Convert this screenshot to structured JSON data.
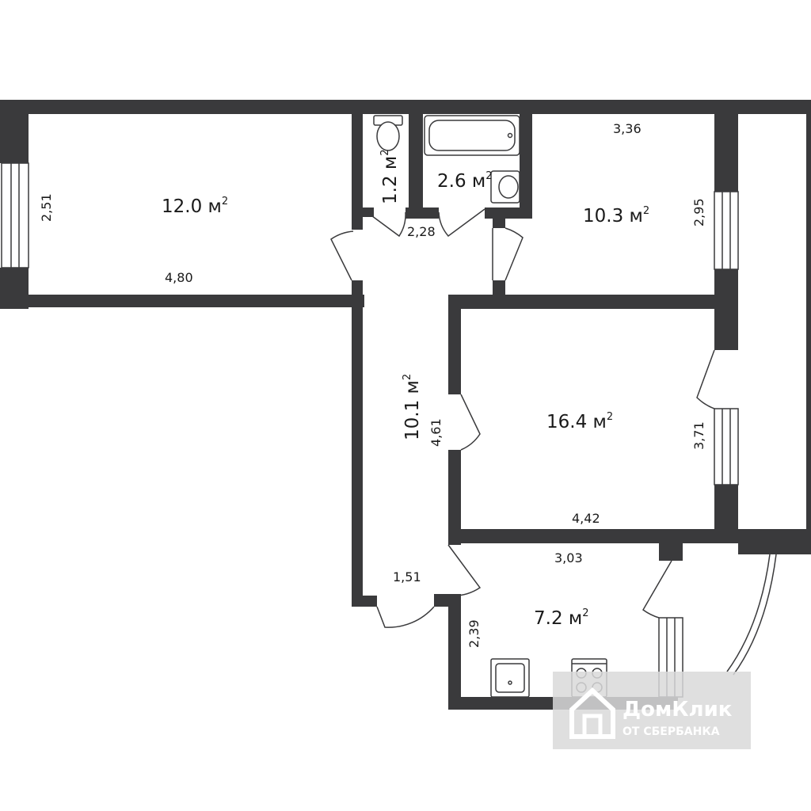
{
  "rooms": [
    {
      "id": "room1",
      "area": "12.0 м",
      "sup": "2"
    },
    {
      "id": "wc",
      "area": "1.2 м",
      "sup": "2"
    },
    {
      "id": "bath",
      "area": "2.6 м",
      "sup": "2"
    },
    {
      "id": "room2",
      "area": "10.3 м",
      "sup": "2"
    },
    {
      "id": "hall",
      "area": "10.1 м",
      "sup": "2"
    },
    {
      "id": "room3",
      "area": "16.4 м",
      "sup": "2"
    },
    {
      "id": "kitchen",
      "area": "7.2 м",
      "sup": "2"
    }
  ],
  "dimensions": {
    "d251": "2,51",
    "d480": "4,80",
    "d228": "2,28",
    "d336": "3,36",
    "d295": "2,95",
    "d461": "4,61",
    "d371": "3,71",
    "d442": "4,42",
    "d303": "3,03",
    "d151": "1,51",
    "d239": "2,39"
  },
  "watermark": {
    "brand": "ДомКлик",
    "sub": "ОТ СБЕРБАНКА"
  },
  "colors": {
    "wall": "#3a3a3c",
    "background": "#ffffff",
    "watermark": "#d9d9d9"
  }
}
